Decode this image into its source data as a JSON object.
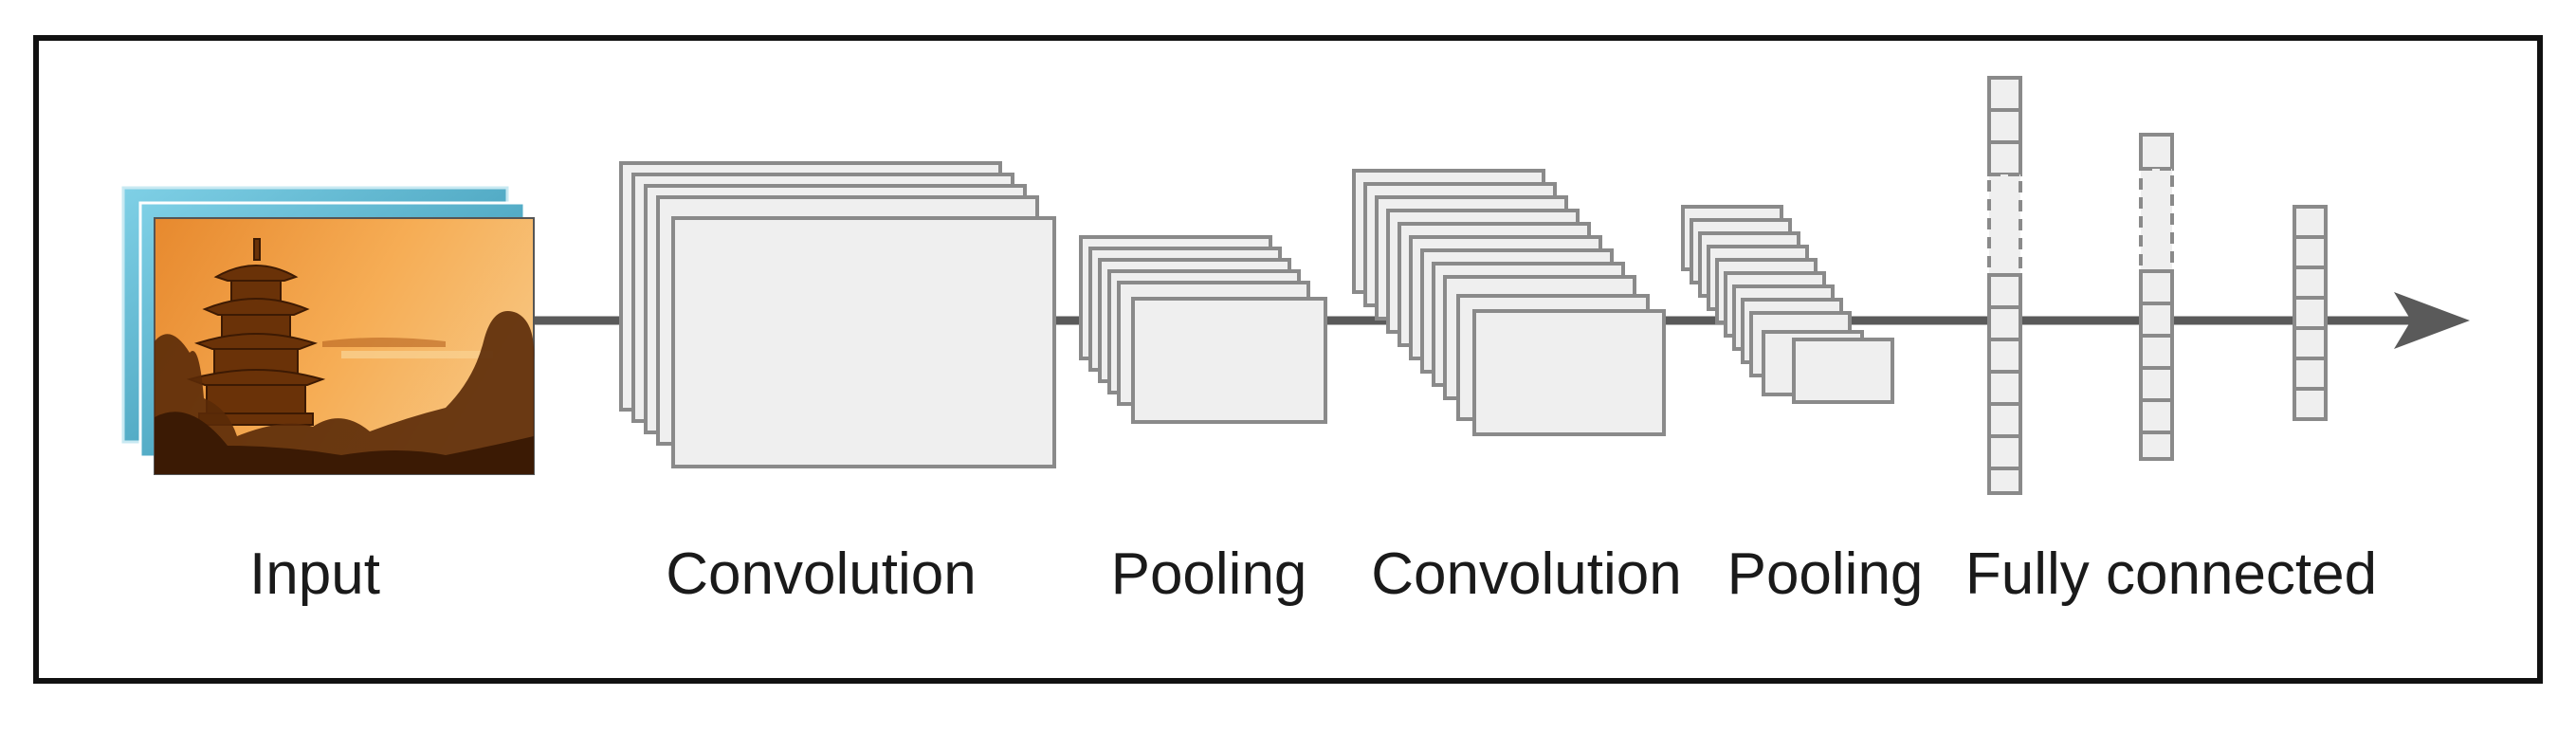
{
  "labels": {
    "input": "Input",
    "convolution_1": "Convolution",
    "pooling_1": "Pooling",
    "convolution_2": "Convolution",
    "pooling_2": "Pooling",
    "fully_connected": "Fully connected"
  },
  "colors": {
    "frame": "#111111",
    "arrow": "#5a5a5a",
    "map_fill": "#efefef",
    "map_stroke": "#8a8a8a",
    "image_sky": "#f2a24a",
    "image_dark": "#5a2a08",
    "image_back_layers": "#3fa9c4"
  }
}
